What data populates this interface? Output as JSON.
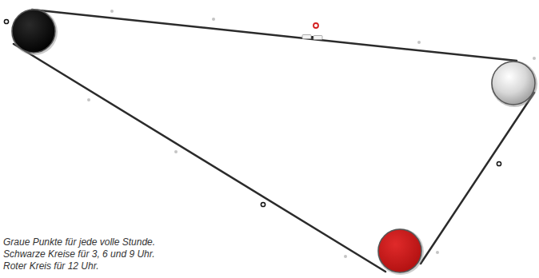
{
  "diagram": {
    "labels": [
      "Graue Punkte für jede volle Stunde.",
      "Schwarze Kreise für 3, 6 und 9 Uhr.",
      "Roter Kreis für 12 Uhr."
    ]
  }
}
